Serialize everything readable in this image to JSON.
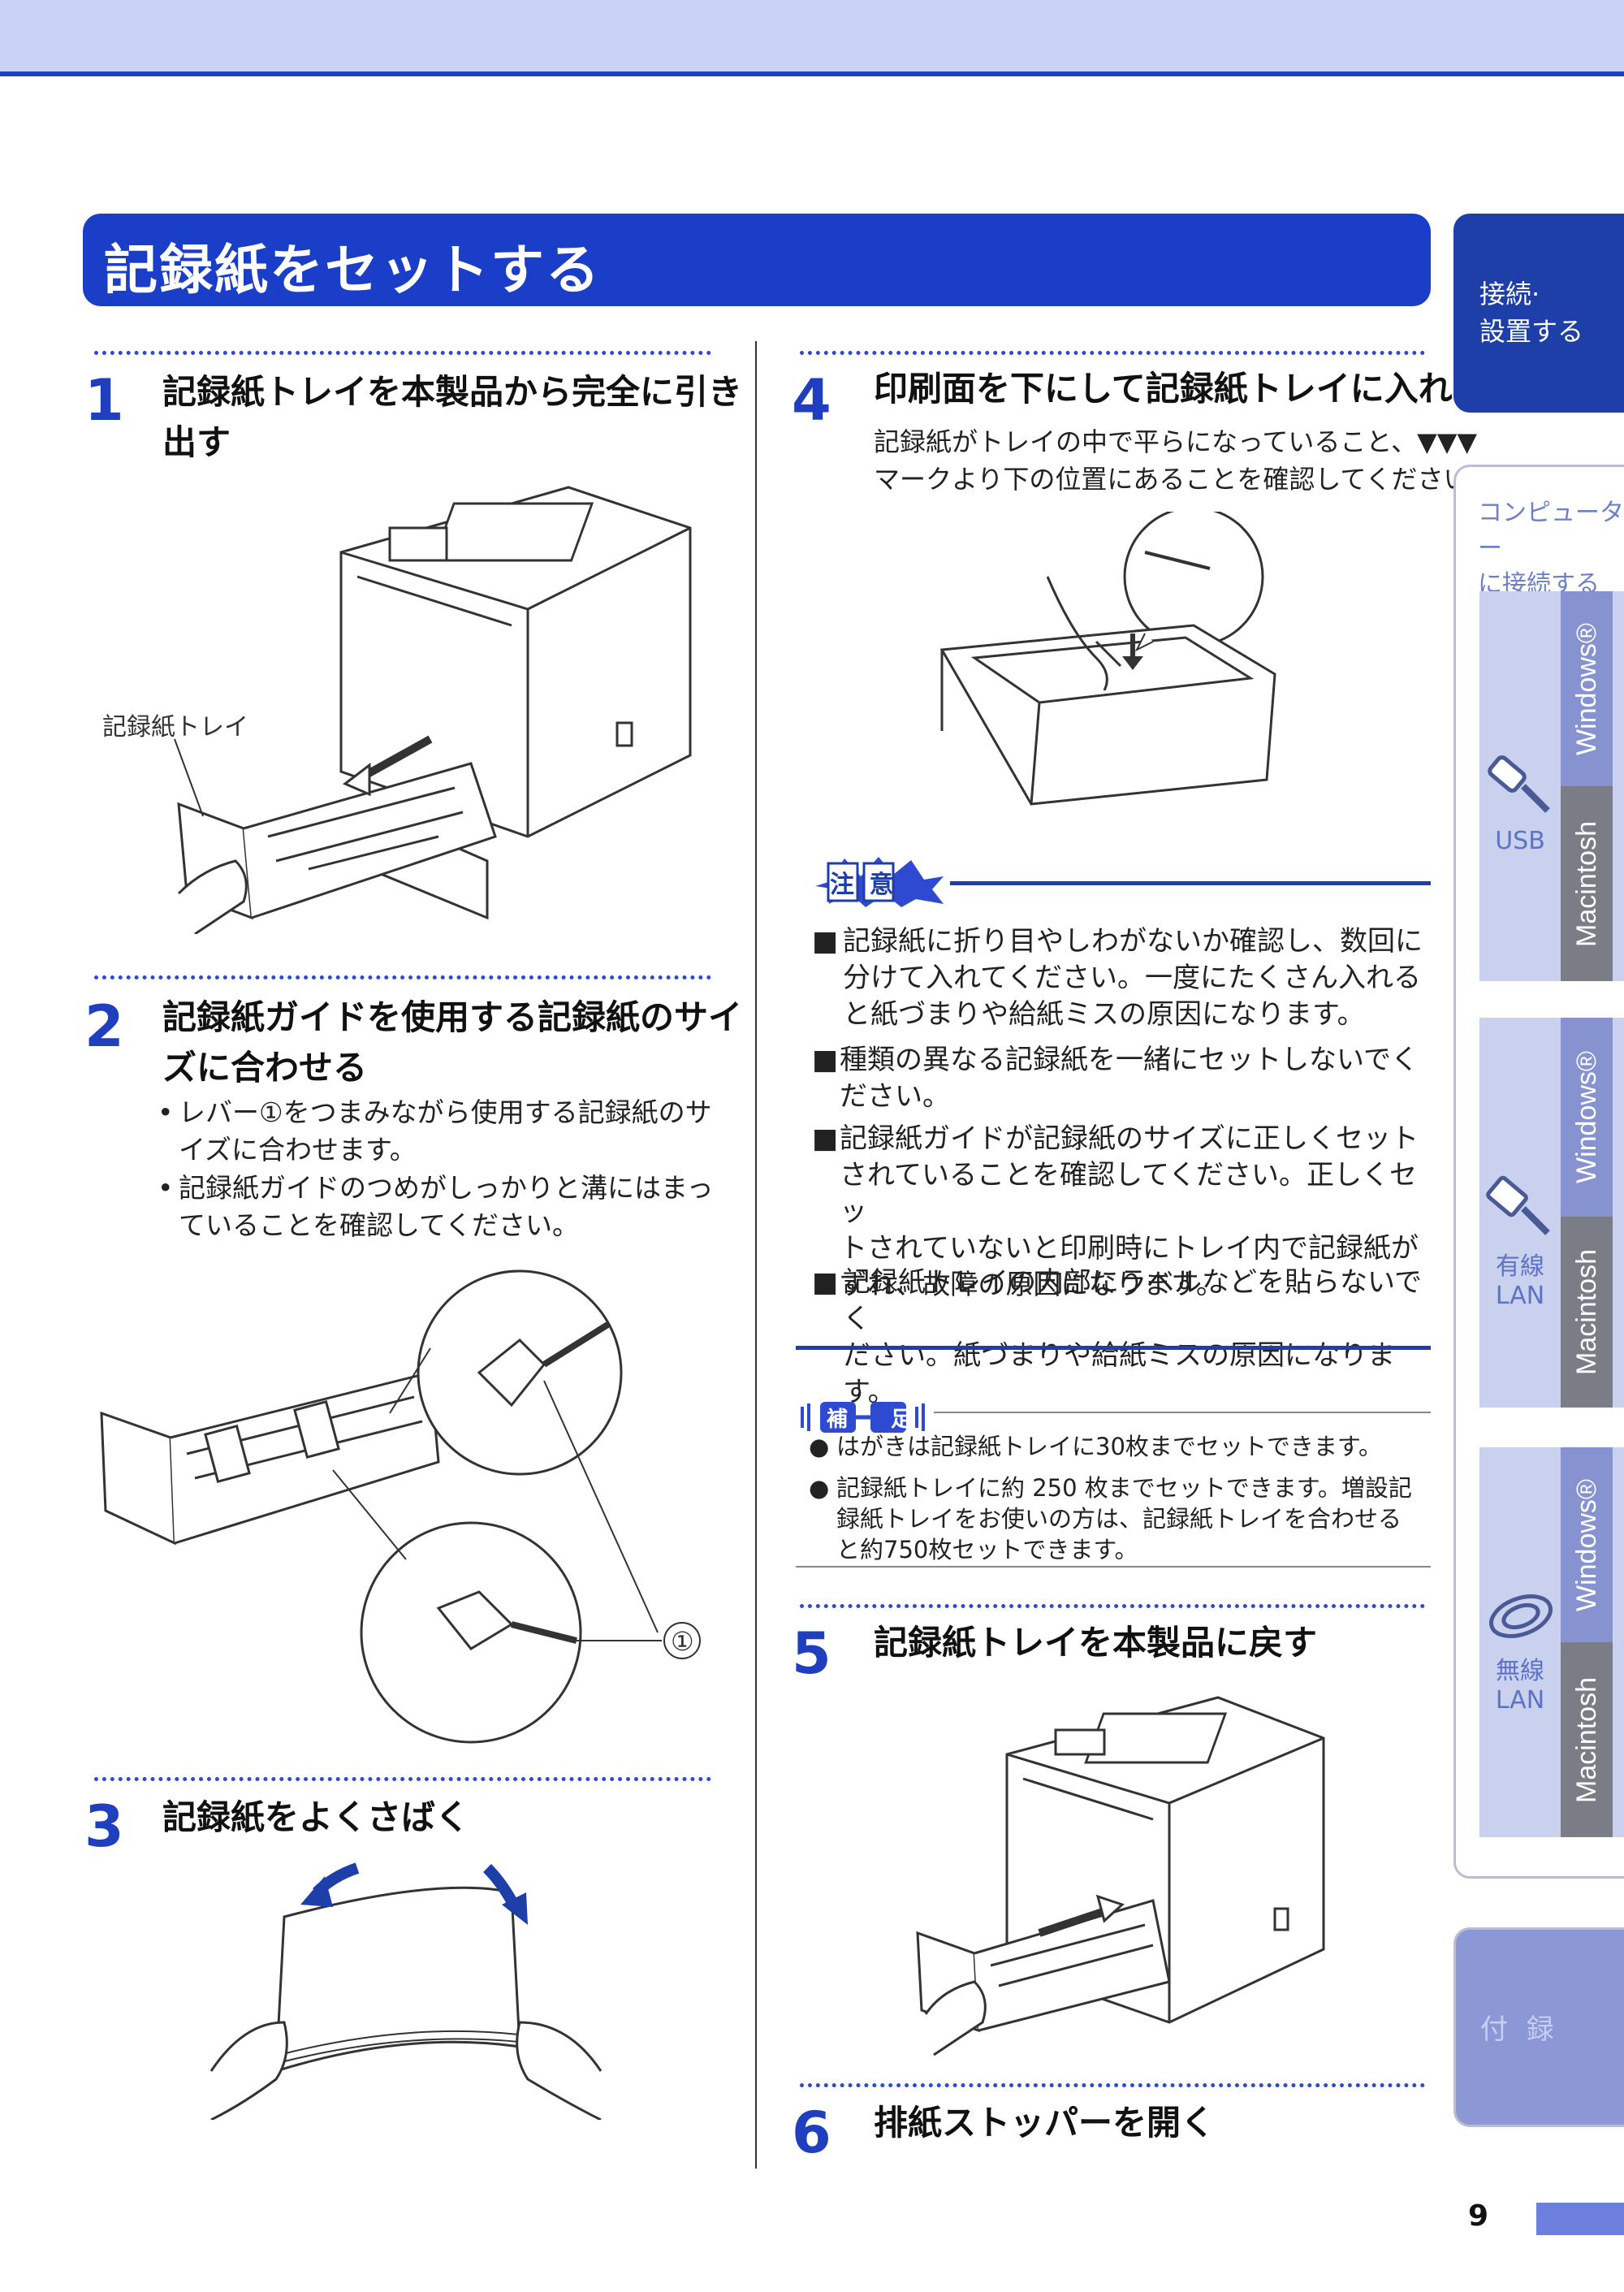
{
  "page_title": "記録紙をセットする",
  "steps": [
    {
      "num": "1",
      "title_l1": "記録紙トレイを本製品から完全に引き",
      "title_l2": "出す"
    },
    {
      "num": "2",
      "title_l1": "記録紙ガイドを使用する記録紙のサイ",
      "title_l2": "ズに合わせる",
      "bullets": [
        {
          "l1": "レバー①をつまみながら使用する記録紙のサ",
          "l2": "イズに合わせます。"
        },
        {
          "l1": "記録紙ガイドのつめがしっかりと溝にはまっ",
          "l2": "ていることを確認してください。"
        }
      ]
    },
    {
      "num": "3",
      "title_l1": "記録紙をよくさばく"
    },
    {
      "num": "4",
      "title_l1": "印刷面を下にして記録紙トレイに入れる",
      "desc_l1": "記録紙がトレイの中で平らになっていること、▼▼▼",
      "desc_l2": "マークより下の位置にあることを確認してください。"
    },
    {
      "num": "5",
      "title_l1": "記録紙トレイを本製品に戻す"
    },
    {
      "num": "6",
      "title_l1": "排紙ストッパーを開く"
    }
  ],
  "callouts": {
    "tray_label": "記録紙トレイ",
    "lever_label": "①"
  },
  "bullet_mark": "•",
  "caution": {
    "heading": "注 意",
    "square": "■",
    "items": [
      {
        "l1": "記録紙に折り目やしわがないか確認し、数回に",
        "l2": "分けて入れてください。一度にたくさん入れる",
        "l3": "と紙づまりや給紙ミスの原因になります。"
      },
      {
        "l1": "種類の異なる記録紙を一緒にセットしないでく",
        "l2": "ださい。"
      },
      {
        "l1": "記録紙ガイドが記録紙のサイズに正しくセット",
        "l2": "されていることを確認してください。正しくセッ",
        "l3": "トされていないと印刷時にトレイ内で記録紙が",
        "l4": "ずれ、故障の原因になります。"
      },
      {
        "l1": "記録紙トレイの内部にラベルなどを貼らないでく",
        "l2": "ださい。紙づまりや給紙ミスの原因になります。"
      }
    ]
  },
  "note": {
    "heading": "補 足",
    "dot": "●",
    "items": [
      {
        "l1": "はがきは記録紙トレイに30枚までセットできます。"
      },
      {
        "l1": "記録紙トレイに約 250 枚までセットできます。増設記",
        "l2": "録紙トレイをお使いの方は、記録紙トレイを合わせる",
        "l3": "と約750枚セットできます。"
      }
    ]
  },
  "sidebar": {
    "connect_l1": "接続·",
    "connect_l2": "設置する",
    "computer_l1": "コンピューター",
    "computer_l2": "に接続する",
    "sections": [
      {
        "conn": "USB",
        "win": "Windows®",
        "mac": "Macintosh"
      },
      {
        "conn_l1": "有線",
        "conn_l2": "LAN",
        "win": "Windows®",
        "mac": "Macintosh"
      },
      {
        "conn_l1": "無線",
        "conn_l2": "LAN",
        "win": "Windows®",
        "mac": "Macintosh"
      }
    ],
    "appendix": "付 録"
  },
  "page_number": "9",
  "colors": {
    "accent": "#1f3fbf",
    "title_bg": "#1a3ec8",
    "tab_dark": "#1f3fa8",
    "mac_gray": "#7a7d86",
    "win_blue": "#8693d0"
  }
}
